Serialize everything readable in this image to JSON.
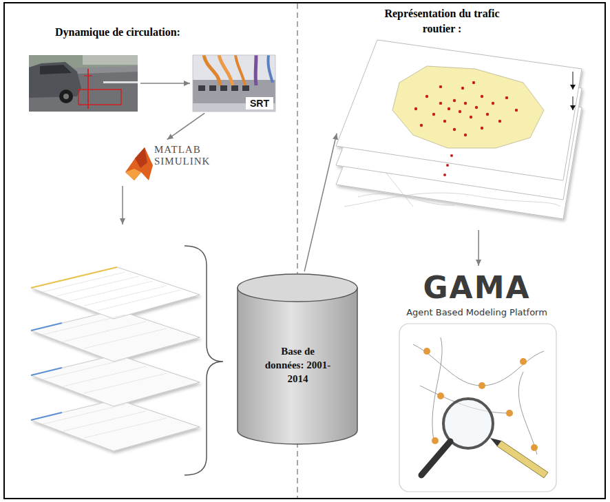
{
  "diagram": {
    "nodes": [
      {
        "text": [
          "Dynamique de circulation:"
        ]
      },
      {
        "text": [
          "SRT"
        ]
      },
      {
        "text": [
          "MATLAB SIMULINK"
        ]
      },
      {
        "text": [
          "Base de données: 2001-2014"
        ]
      },
      {
        "text": [
          "Représentation du trafic routier :"
        ]
      },
      {
        "text": [
          "GAMA",
          "Agent Based Modeling Platform"
        ]
      }
    ],
    "edges": [
      {
        "from": 0,
        "to": 1,
        "arrow": "to"
      },
      {
        "from": 1,
        "to": 2,
        "arrow": "to"
      },
      {
        "from": 3,
        "to": 4,
        "arrow": "to"
      },
      {
        "from": 4,
        "to": 5,
        "arrow": "to"
      }
    ]
  }
}
